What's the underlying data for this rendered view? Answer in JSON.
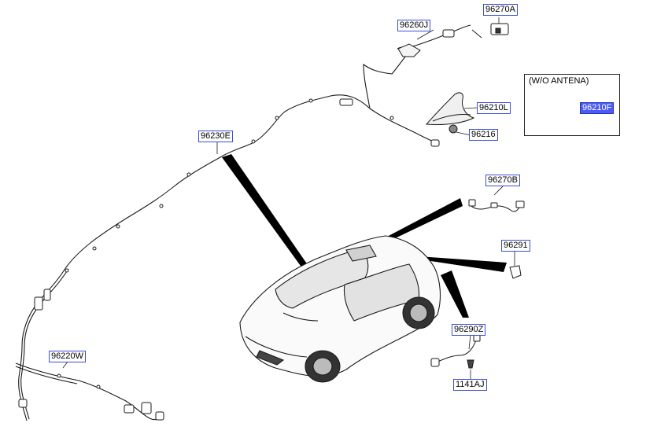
{
  "inset": {
    "title": "(W/O ANTENA)"
  },
  "parts": {
    "p96270A": "96270A",
    "p96260J": "96260J",
    "p96210L": "96210L",
    "p96216": "96216",
    "p96210F": "96210F",
    "p96230E": "96230E",
    "p96270B": "96270B",
    "p96291": "96291",
    "p96290Z": "96290Z",
    "p1141AJ": "1141AJ",
    "p96220W": "96220W"
  },
  "selected_part": "96210F",
  "colors": {
    "label_border": "#3b4fd6",
    "selected_fill": "#4d5cf0",
    "line": "#1a1a1a"
  }
}
